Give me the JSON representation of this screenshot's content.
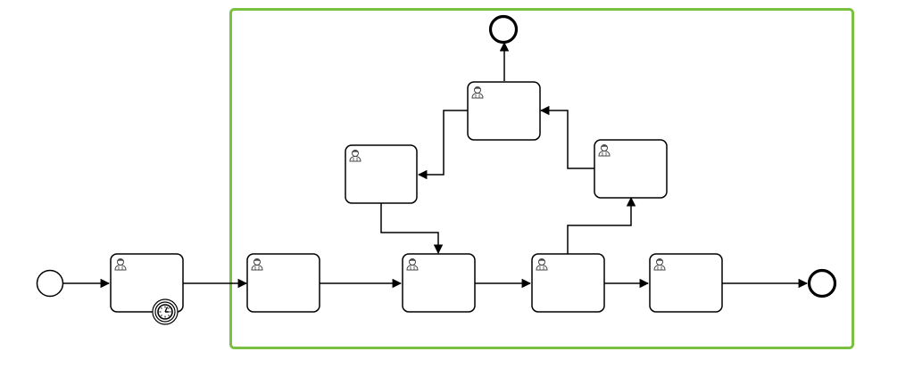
{
  "diagram": {
    "type": "bpmn-process",
    "colors": {
      "background": "#ffffff",
      "stroke": "#000000",
      "highlight": "#7ac142",
      "icon": "#555555"
    },
    "subprocess": {
      "highlighted": true
    },
    "start_event": {
      "kind": "start"
    },
    "tasks": [
      {
        "id": "task-timer",
        "kind": "user-task",
        "boundary_timer": true
      },
      {
        "id": "task-1",
        "kind": "user-task"
      },
      {
        "id": "task-2",
        "kind": "user-task"
      },
      {
        "id": "task-3",
        "kind": "user-task"
      },
      {
        "id": "task-4",
        "kind": "user-task"
      },
      {
        "id": "task-left",
        "kind": "user-task"
      },
      {
        "id": "task-top",
        "kind": "user-task"
      },
      {
        "id": "task-right",
        "kind": "user-task"
      }
    ],
    "end_events": [
      {
        "id": "end-top",
        "kind": "end"
      },
      {
        "id": "end-right",
        "kind": "end"
      }
    ],
    "flows": [
      {
        "from": "start",
        "to": "task-timer"
      },
      {
        "from": "task-timer",
        "to": "task-1"
      },
      {
        "from": "task-1",
        "to": "task-2"
      },
      {
        "from": "task-2",
        "to": "task-3"
      },
      {
        "from": "task-3",
        "to": "task-4"
      },
      {
        "from": "task-4",
        "to": "end-right"
      },
      {
        "from": "task-3",
        "to": "task-right"
      },
      {
        "from": "task-right",
        "to": "task-top"
      },
      {
        "from": "task-top",
        "to": "task-left"
      },
      {
        "from": "task-left",
        "to": "task-2"
      },
      {
        "from": "task-top",
        "to": "end-top"
      }
    ],
    "icons": {
      "user": "user-icon",
      "timer": "timer-clock-icon"
    }
  }
}
